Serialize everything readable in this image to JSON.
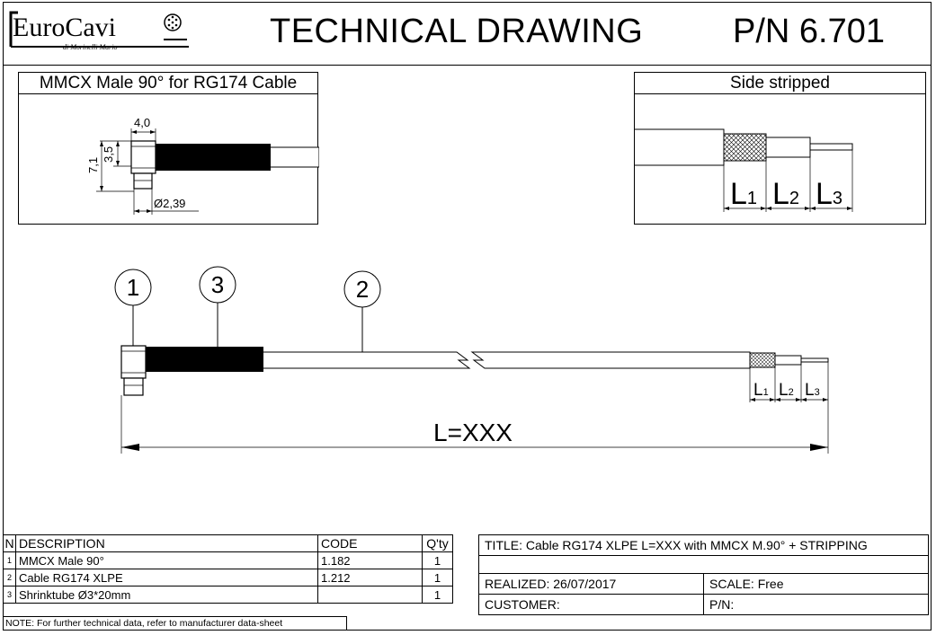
{
  "header": {
    "logo_text": "EuroCavi",
    "logo_sub": "di Morinelli Mario",
    "title": "TECHNICAL DRAWING",
    "part_number": "P/N 6.701"
  },
  "detail_left": {
    "title": "MMCX Male 90° for RG174 Cable",
    "dim_width": "4,0",
    "dim_height_small": "3,5",
    "dim_height_total": "7,1",
    "dim_diameter": "Ø2,39"
  },
  "detail_right": {
    "title": "Side stripped",
    "labels": [
      "L",
      "L",
      "L"
    ],
    "subscripts": [
      "1",
      "2",
      "3"
    ]
  },
  "main_drawing": {
    "callouts": [
      "1",
      "3",
      "2"
    ],
    "length_label": "L=XXX",
    "strip_labels": [
      "L",
      "L",
      "L"
    ],
    "strip_subscripts": [
      "1",
      "2",
      "3"
    ]
  },
  "bom": {
    "headers": {
      "n": "N",
      "description": "DESCRIPTION",
      "code": "CODE",
      "qty": "Q'ty"
    },
    "rows": [
      {
        "n": "1",
        "description": "MMCX Male 90°",
        "code": "1.182",
        "qty": "1"
      },
      {
        "n": "2",
        "description": "Cable RG174 XLPE",
        "code": "1.212",
        "qty": "1"
      },
      {
        "n": "3",
        "description": "Shrinktube Ø3*20mm",
        "code": "",
        "qty": "1"
      }
    ]
  },
  "title_block": {
    "title": "TITLE: Cable RG174 XLPE L=XXX with MMCX M.90° + STRIPPING",
    "realized": "REALIZED: 26/07/2017",
    "scale": "SCALE: Free",
    "customer": "CUSTOMER:",
    "pn": "P/N:"
  },
  "note": "NOTE: For further technical data, refer to manufacturer data-sheet"
}
